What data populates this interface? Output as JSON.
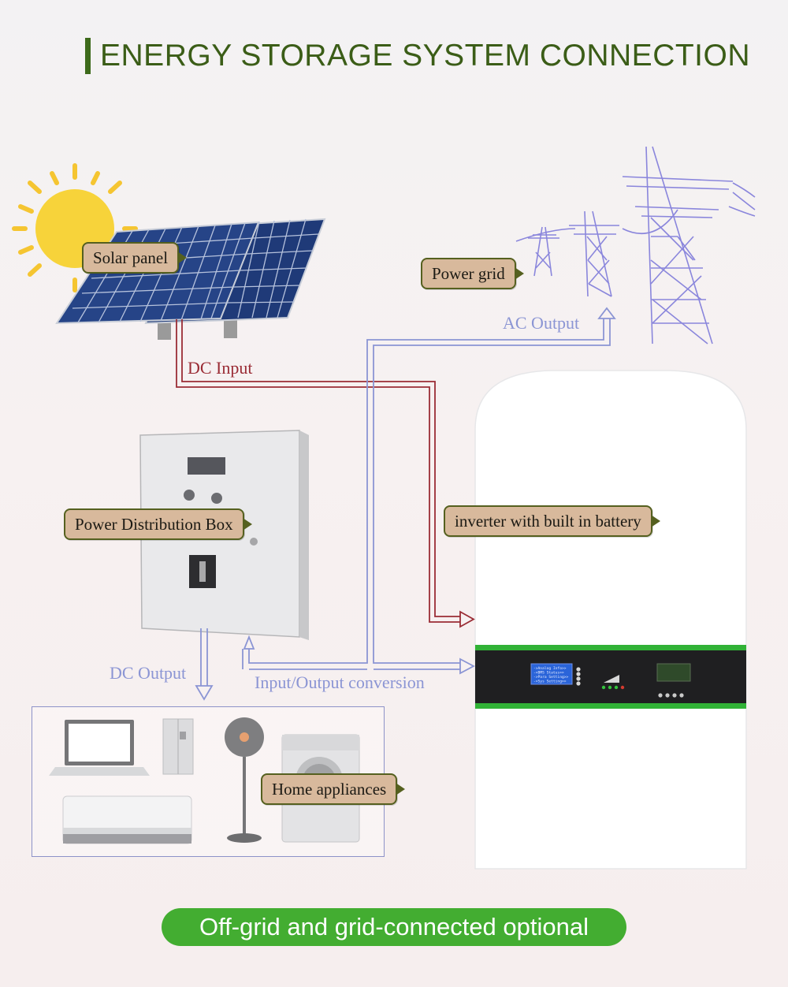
{
  "title": "ENERGY STORAGE SYSTEM CONNECTION",
  "labels": {
    "solar_panel": "Solar panel",
    "power_grid": "Power grid",
    "power_distribution_box": "Power Distribution Box",
    "inverter": "inverter with built in battery",
    "home_appliances": "Home appliances"
  },
  "flows": {
    "dc_input": "DC Input",
    "ac_output": "AC Output",
    "dc_output": "DC Output",
    "io_conversion": "Input/Output conversion"
  },
  "inverter_screen": {
    "lines": [
      "->Analog Info>>",
      "->BMS Status>>",
      "->Para Setting>>",
      "->Sys Setting>>"
    ]
  },
  "banner": "Off-grid and grid-connected optional",
  "colors": {
    "title": "#3b5d17",
    "dc_line": "#9a2c35",
    "ac_line": "#8b95d4",
    "banner": "#43ad31",
    "label_fill": "#d8b99c",
    "label_border": "#55601f"
  }
}
